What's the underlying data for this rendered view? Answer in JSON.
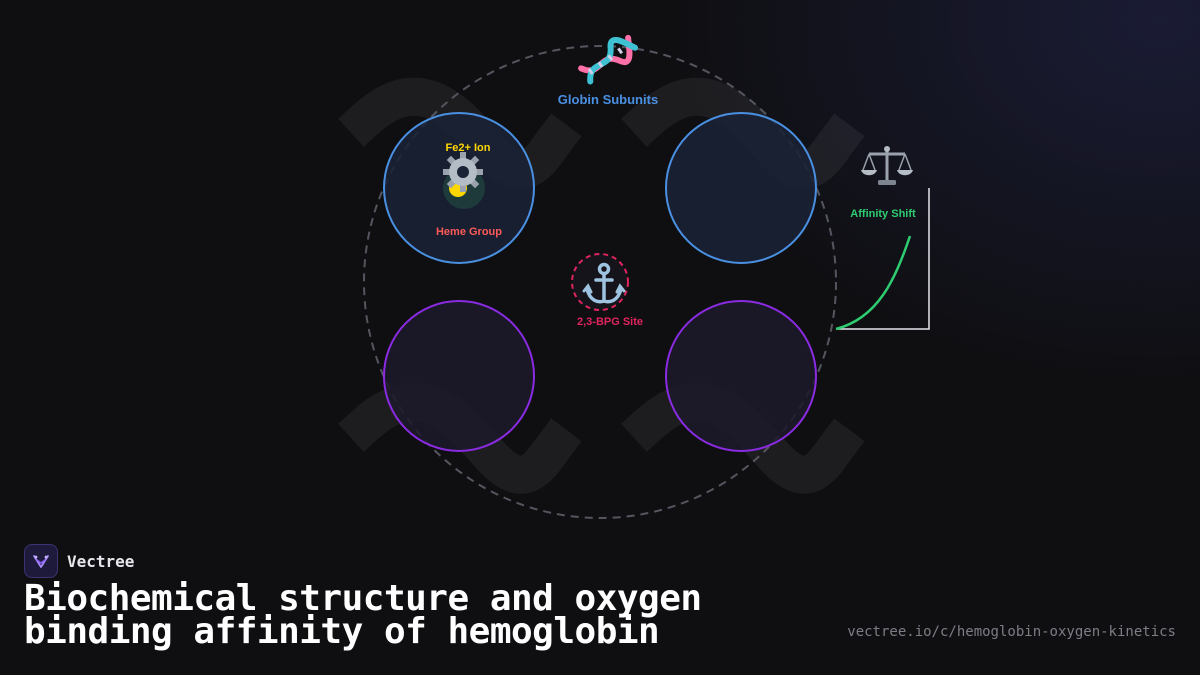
{
  "diagram": {
    "labels": {
      "globin_subunits": "Globin Subunits",
      "fe_ion": "Fe2+ Ion",
      "heme_group": "Heme Group",
      "bpg_site": "2,3-BPG Site",
      "affinity_shift": "Affinity Shift"
    },
    "icons": {
      "globin": "dna-icon",
      "heme": "gear-icon",
      "bpg": "anchor-icon",
      "affinity": "balance-scale-icon"
    },
    "colors": {
      "alpha_subunit_stroke": "#4a90e2",
      "beta_subunit_stroke": "#8a2be2",
      "globin_label": "#4a90e2",
      "fe_ion": "#ffd700",
      "heme_label": "#ff5a5a",
      "bpg_accent": "#e0245e",
      "affinity_label": "#2ecc71",
      "curve": "#2ecc71",
      "outer_ring": "#555560"
    }
  },
  "footer": {
    "brand_name": "Vectree",
    "title": "Biochemical structure and oxygen binding affinity of hemoglobin",
    "url": "vectree.io/c/hemoglobin-oxygen-kinetics"
  }
}
